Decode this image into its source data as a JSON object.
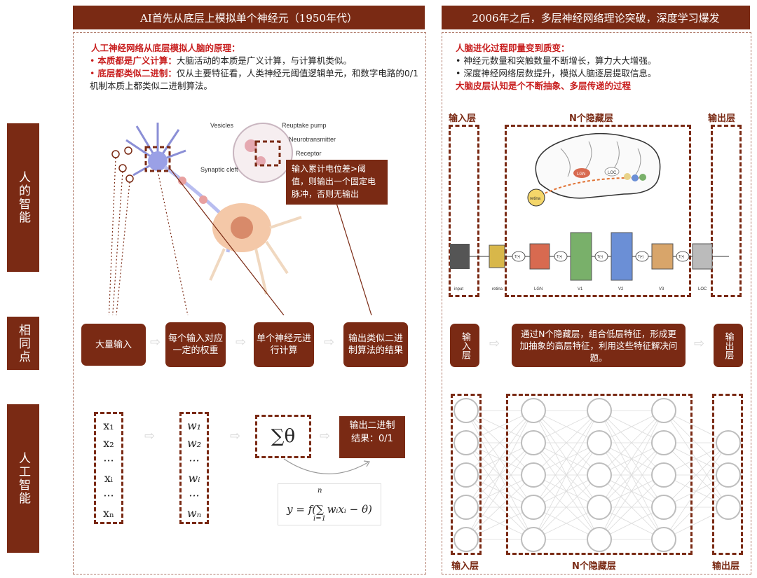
{
  "left_header": "AI首先从底层上模拟单个神经元（1950年代）",
  "right_header": "2006年之后，多层神经网络理论突破，深度学习爆发",
  "side_labels": [
    "人的智能",
    "相同点",
    "人工智能"
  ],
  "left_intro": {
    "title": "人工神经网络从底层模拟人脑的原理：",
    "b1_bold": "本质都是广义计算：",
    "b1_text": "大脑活动的本质是广义计算，与计算机类似。",
    "b2_bold": "底层都类似二进制：",
    "b2_text": "仅从主要特征看，人类神经元阈值逻辑单元，和数字电路的0/1机制本质上都类似二进制算法。"
  },
  "neuron_labels": {
    "vesicles": "Vesicles",
    "reuptake": "Reuptake pump",
    "neurotransmitter": "Neurotransmitter",
    "receptor": "Receptor",
    "synaptic": "Synaptic cleft",
    "callout": "输入累计电位差>阈值，则输出一个固定电脉冲，否则无输出"
  },
  "common_steps": [
    "大量输入",
    "每个输入对应一定的权重",
    "单个神经元进行计算",
    "输出类似二进制算法的结果"
  ],
  "math": {
    "x": [
      "x₁",
      "x₂",
      "···",
      "xᵢ",
      "···",
      "xₙ"
    ],
    "w": [
      "w₁",
      "w₂",
      "···",
      "wᵢ",
      "···",
      "wₙ"
    ],
    "sum": "∑θ",
    "output": "输出二进制结果：0/1",
    "formula": "y = f(∑ wᵢxᵢ − θ)",
    "formula_top": "n",
    "formula_bottom": "i=1"
  },
  "right_intro": {
    "title": "人脑进化过程即量变到质变：",
    "b1": "神经元数量和突触数量不断增长，算力大大增强。",
    "b2": "深度神经网络层数提升，模拟人脑逐层提取信息。",
    "conclusion": "大脑皮层认知是个不断抽象、多层传递的过程"
  },
  "layer_labels": {
    "input": "输入层",
    "hidden": "N个隐藏层",
    "output": "输出层"
  },
  "brain_labels": {
    "lgn": "LGN",
    "loc": "LOC",
    "v1": "V1",
    "v2": "V2",
    "v3": "V3",
    "retina": "retina",
    "stages": [
      "input",
      "retina",
      "LGN",
      "V1",
      "V2",
      "V3",
      "LOC"
    ],
    "tlabel": "T(•)"
  },
  "right_steps": {
    "input": "输入层",
    "middle": "通过N个隐藏层，组合低层特征，形成更加抽象的高层特征，利用这些特征解决问题。",
    "output": "输出层"
  },
  "colors": {
    "brown": "#7a2a14",
    "red": "#c81e1e"
  }
}
